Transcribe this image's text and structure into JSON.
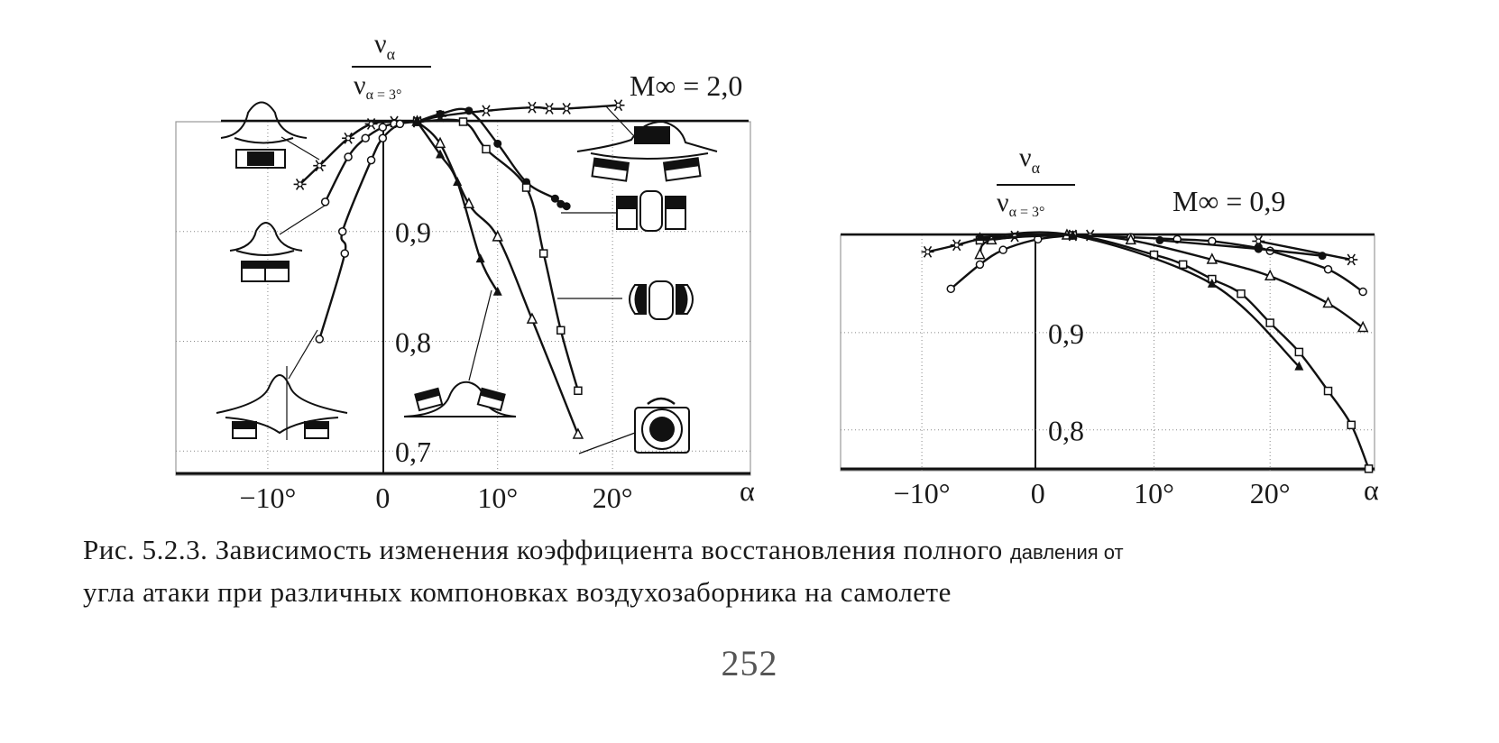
{
  "page": {
    "caption_line1": "Рис. 5.2.3. Зависимость изменения коэффициента восстановления полного",
    "caption_line1_small": "давления от",
    "caption_line2": "угла атаки при различных компоновках воздухозаборника на самолете",
    "page_number": "252"
  },
  "chart_data": [
    {
      "type": "line",
      "annotation": "M∞ = 2,0",
      "y_label_numerator": "ν",
      "y_label_numerator_sub": "α",
      "y_label_denominator": "ν",
      "y_label_denominator_sub": "α = 3°",
      "xlabel": "α",
      "x_ticks": [
        "−10°",
        "0",
        "10°",
        "20°"
      ],
      "x_tick_values": [
        -10,
        0,
        10,
        20
      ],
      "y_ticks": [
        "0,9",
        "0,8",
        "0,7"
      ],
      "y_tick_values": [
        0.9,
        0.8,
        0.7
      ],
      "xlim": [
        -18,
        32
      ],
      "ylim": [
        0.678,
        1.0
      ],
      "grid": true,
      "series": [
        {
          "marker": "star",
          "points": [
            [
              -7.2,
              0.943
            ],
            [
              -5.5,
              0.96
            ],
            [
              -3,
              0.985
            ],
            [
              -1,
              0.998
            ],
            [
              1,
              1.0
            ],
            [
              3,
              1.0
            ]
          ]
        },
        {
          "marker": "circle-open",
          "points": [
            [
              -5,
              0.927
            ],
            [
              -3,
              0.968
            ],
            [
              -1.5,
              0.985
            ],
            [
              0,
              0.995
            ],
            [
              1,
              0.998
            ],
            [
              3,
              1.0
            ]
          ]
        },
        {
          "marker": "circle-open",
          "points": [
            [
              -5.5,
              0.802
            ],
            [
              -3.3,
              0.88
            ],
            [
              -3.5,
              0.9
            ],
            [
              -1,
              0.965
            ],
            [
              0,
              0.985
            ],
            [
              1.5,
              0.998
            ],
            [
              3,
              1.0
            ]
          ]
        },
        {
          "marker": "star",
          "points": [
            [
              3,
              1.0
            ],
            [
              5,
              1.005
            ],
            [
              9,
              1.01
            ],
            [
              13,
              1.013
            ],
            [
              14.5,
              1.012
            ],
            [
              16,
              1.012
            ],
            [
              20.5,
              1.015
            ]
          ]
        },
        {
          "marker": "circle-filled",
          "points": [
            [
              3,
              1.0
            ],
            [
              5,
              1.007
            ],
            [
              7.5,
              1.01
            ],
            [
              10,
              0.98
            ],
            [
              12.5,
              0.945
            ],
            [
              15,
              0.93
            ],
            [
              15.5,
              0.925
            ],
            [
              16,
              0.923
            ]
          ]
        },
        {
          "marker": "square-open",
          "points": [
            [
              3,
              1.0
            ],
            [
              7,
              1.0
            ],
            [
              9,
              0.975
            ],
            [
              12.5,
              0.94
            ],
            [
              14,
              0.88
            ],
            [
              15.5,
              0.81
            ],
            [
              17,
              0.755
            ]
          ]
        },
        {
          "marker": "triangle-open",
          "points": [
            [
              3,
              1.0
            ],
            [
              5,
              0.98
            ],
            [
              7.5,
              0.925
            ],
            [
              10,
              0.895
            ],
            [
              13,
              0.82
            ],
            [
              17,
              0.715
            ]
          ]
        },
        {
          "marker": "triangle-filled",
          "points": [
            [
              3,
              1.0
            ],
            [
              5,
              0.97
            ],
            [
              6.5,
              0.945
            ],
            [
              8.5,
              0.875
            ],
            [
              10,
              0.845
            ]
          ]
        }
      ]
    },
    {
      "type": "line",
      "annotation": "M∞ = 0,9",
      "y_label_numerator": "ν",
      "y_label_numerator_sub": "α",
      "y_label_denominator": "ν",
      "y_label_denominator_sub": "α = 3°",
      "xlabel": "α",
      "x_ticks": [
        "−10°",
        "0",
        "10°",
        "20°"
      ],
      "x_tick_values": [
        -10,
        0,
        10,
        20
      ],
      "y_ticks": [
        "0,9",
        "0,8"
      ],
      "y_tick_values": [
        0.9,
        0.8
      ],
      "xlim": [
        -17,
        29
      ],
      "ylim": [
        0.758,
        1.0
      ],
      "grid": true,
      "series": [
        {
          "marker": "star",
          "points": [
            [
              -9.5,
              0.983
            ],
            [
              -7,
              0.99
            ],
            [
              -5,
              0.996
            ],
            [
              -2,
              0.999
            ],
            [
              3,
              1.0
            ],
            [
              4.5,
              1.0
            ]
          ]
        },
        {
          "marker": "circle-open",
          "points": [
            [
              -7.5,
              0.945
            ],
            [
              -5,
              0.97
            ],
            [
              -3,
              0.985
            ],
            [
              0,
              0.996
            ],
            [
              3,
              1.0
            ]
          ]
        },
        {
          "marker": "circle-open",
          "points": [
            [
              3,
              1.0
            ],
            [
              8,
              0.998
            ],
            [
              12,
              0.996
            ],
            [
              15,
              0.994
            ],
            [
              19,
              0.987
            ],
            [
              20,
              0.984
            ],
            [
              25,
              0.965
            ],
            [
              28,
              0.942
            ]
          ]
        },
        {
          "marker": "star",
          "points": [
            [
              19,
              0.994
            ],
            [
              27,
              0.975
            ]
          ]
        },
        {
          "marker": "circle-filled",
          "points": [
            [
              10.5,
              0.995
            ],
            [
              19,
              0.986
            ],
            [
              24.5,
              0.979
            ]
          ]
        },
        {
          "marker": "triangle-open",
          "points": [
            [
              -5,
              0.98
            ],
            [
              -4,
              0.995
            ],
            [
              2.5,
              1.0
            ],
            [
              8,
              0.995
            ],
            [
              15,
              0.975
            ],
            [
              20,
              0.958
            ],
            [
              25,
              0.93
            ],
            [
              28,
              0.905
            ]
          ]
        },
        {
          "marker": "square-open",
          "points": [
            [
              -5,
              0.995
            ],
            [
              3,
              1.0
            ],
            [
              10,
              0.98
            ],
            [
              12.5,
              0.97
            ],
            [
              15,
              0.955
            ],
            [
              17.5,
              0.94
            ],
            [
              20,
              0.91
            ],
            [
              22.5,
              0.88
            ],
            [
              25,
              0.84
            ],
            [
              27,
              0.805
            ],
            [
              28.5,
              0.76
            ]
          ]
        },
        {
          "marker": "triangle-filled",
          "points": [
            [
              -5,
              0.998
            ],
            [
              3,
              1.0
            ],
            [
              15,
              0.95
            ],
            [
              22.5,
              0.865
            ]
          ]
        }
      ]
    }
  ]
}
